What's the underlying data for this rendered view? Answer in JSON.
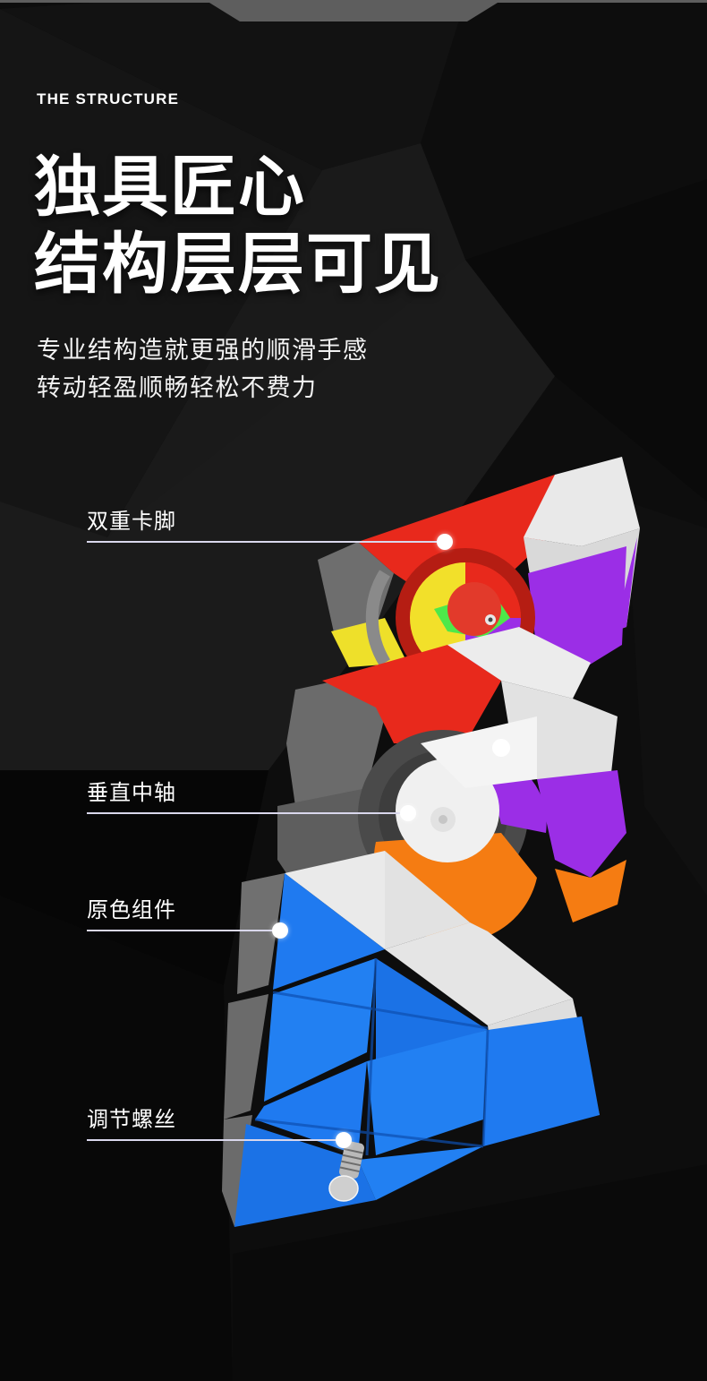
{
  "header": {
    "eyebrow": "THE STRUCTURE",
    "headline_line1": "独具匠心",
    "headline_line2": "结构层层可见",
    "subline_1": "专业结构造就更强的顺滑手感",
    "subline_2": "转动轻盈顺畅轻松不费力"
  },
  "callouts": [
    {
      "label": "双重卡脚"
    },
    {
      "label": "垂直中轴"
    },
    {
      "label": "原色组件"
    },
    {
      "label": "调节螺丝"
    }
  ],
  "colors": {
    "background": "#0b0b0b",
    "top_strip": "#5e5e5e",
    "callout_line": "#d9d7ec",
    "cube_red": "#e8291c",
    "cube_white": "#e6e6e6",
    "cube_purple": "#9b2ee6",
    "cube_yellow": "#f2e02a",
    "cube_green": "#4ee84a",
    "cube_orange": "#f57c12",
    "cube_blue": "#1f7af0",
    "cube_gray": "#6b6b6b"
  }
}
